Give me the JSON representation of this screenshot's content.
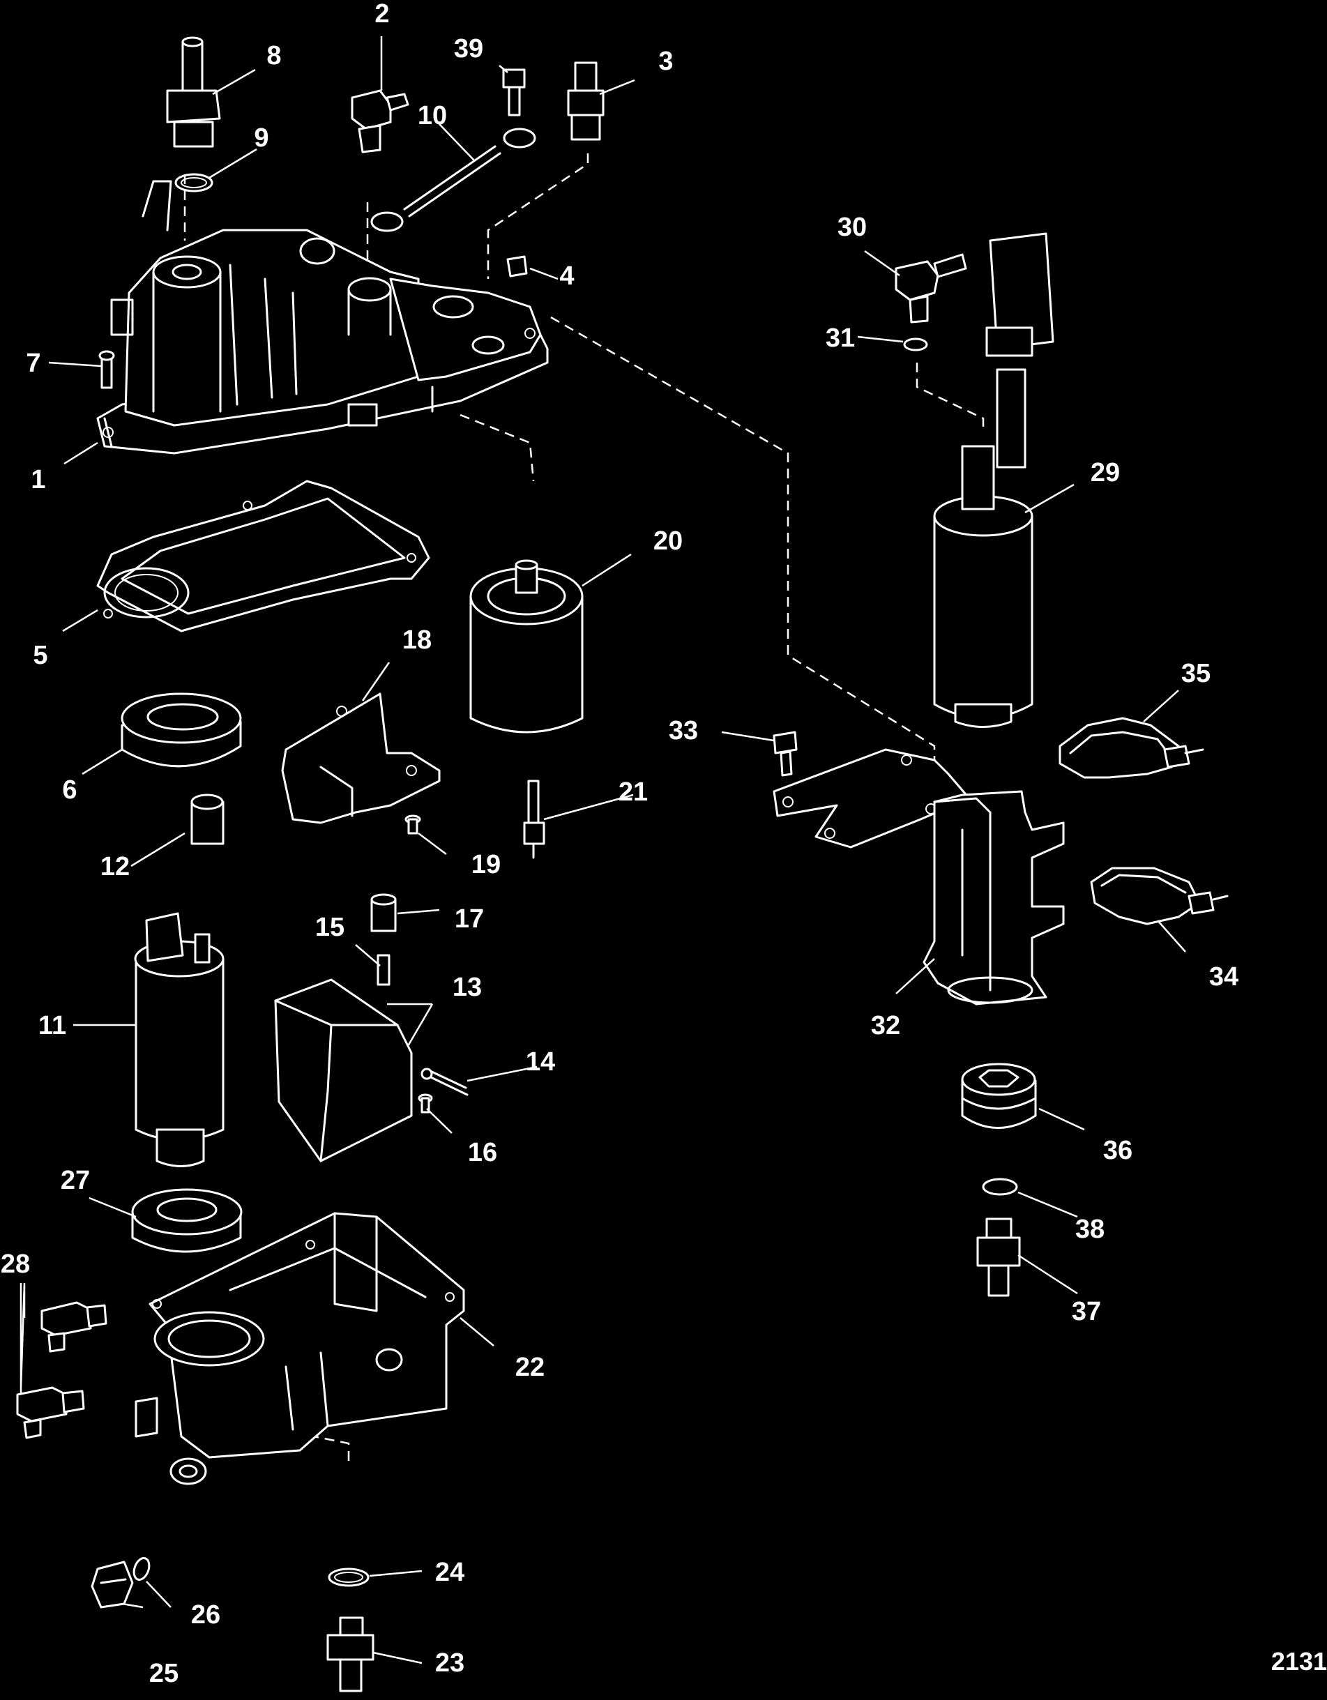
{
  "callouts": {
    "c1": "1",
    "c2": "2",
    "c3": "3",
    "c4": "4",
    "c5": "5",
    "c6": "6",
    "c7": "7",
    "c8": "8",
    "c9": "9",
    "c10": "10",
    "c11": "11",
    "c12": "12",
    "c13": "13",
    "c14": "14",
    "c15": "15",
    "c16": "16",
    "c17": "17",
    "c18": "18",
    "c19": "19",
    "c20": "20",
    "c21": "21",
    "c22": "22",
    "c23": "23",
    "c24": "24",
    "c25": "25",
    "c26": "26",
    "c27": "27",
    "c28": "28",
    "c29": "29",
    "c30": "30",
    "c31": "31",
    "c32": "32",
    "c33": "33",
    "c34": "34",
    "c35": "35",
    "c36": "36",
    "c37": "37",
    "c38": "38",
    "c39": "39"
  },
  "figure_number": "2131"
}
